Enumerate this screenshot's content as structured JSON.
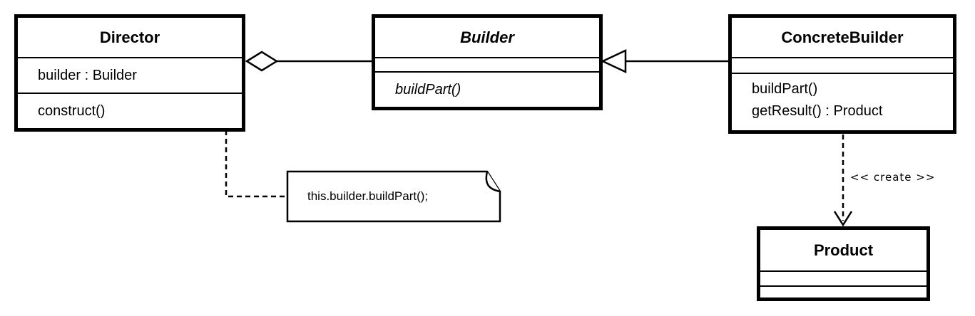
{
  "diagram": {
    "type": "uml-class-diagram",
    "pattern": "Builder",
    "background_color": "#ffffff",
    "stroke_color": "#000000",
    "classes": {
      "director": {
        "name": "Director",
        "attributes": [
          "builder : Builder"
        ],
        "methods": [
          "construct()"
        ]
      },
      "builder": {
        "name": "Builder",
        "abstract": true,
        "attributes": [],
        "methods": [
          "buildPart()"
        ]
      },
      "concrete_builder": {
        "name": "ConcreteBuilder",
        "attributes": [],
        "methods": [
          "buildPart()",
          "getResult() : Product"
        ]
      },
      "product": {
        "name": "Product",
        "attributes": [],
        "methods": []
      }
    },
    "note": {
      "text": "this.builder.buildPart();"
    },
    "relationships": {
      "aggregation": {
        "kind": "aggregation",
        "from": "Director",
        "to": "Builder"
      },
      "generalization": {
        "kind": "generalization",
        "from": "ConcreteBuilder",
        "to": "Builder"
      },
      "create_dependency": {
        "kind": "dependency",
        "from": "ConcreteBuilder",
        "to": "Product",
        "label": "<< create >>"
      },
      "note_anchor": {
        "kind": "note-connector",
        "from": "Director.construct()",
        "to": "note"
      }
    }
  }
}
